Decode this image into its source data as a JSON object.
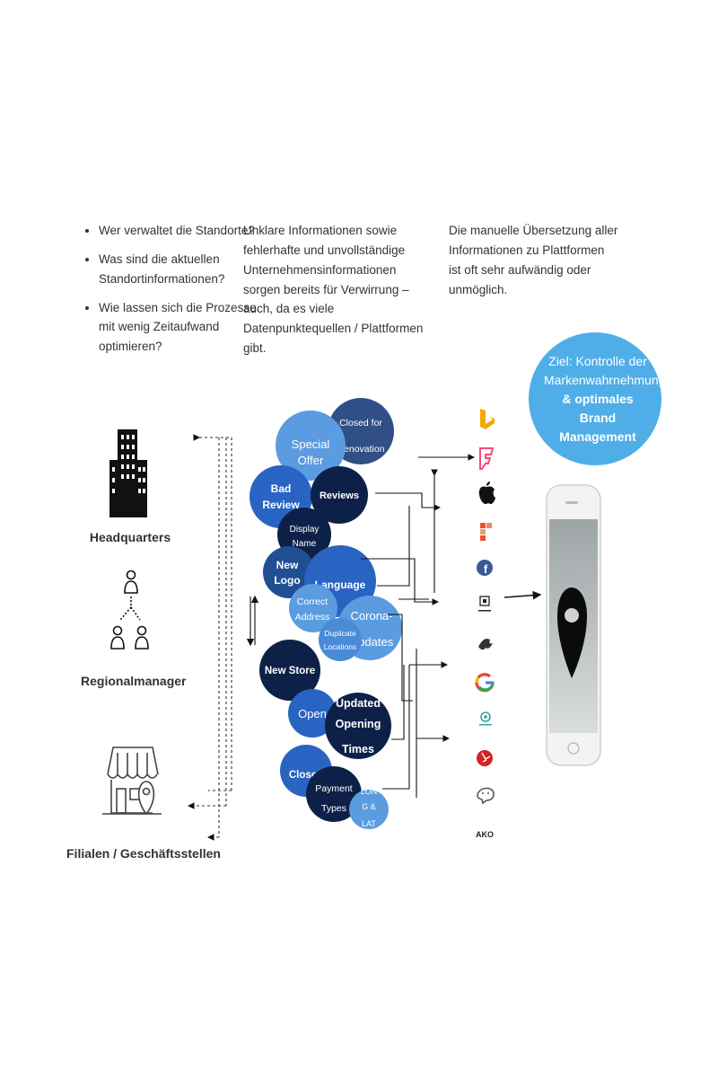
{
  "questions": [
    "Wer verwaltet die Standorte?",
    "Was sind die aktuellen Standortinformationen?",
    "Wie lassen sich die Prozesse mit wenig Zeitaufwand optimieren?"
  ],
  "middle_text": "Unklare Informationen sowie fehlerhafte und unvollständige Unternehmensinformationen sorgen bereits für Verwirrung – auch, da es viele Datenpunktequellen / Plattformen gibt.",
  "right_text": "Die manuelle Übersetzung aller Informationen zu Plattformen ist oft sehr aufwändig oder unmöglich.",
  "roles": {
    "headquarters": "Headquarters",
    "regional": "Regionalmanager",
    "branches": "Filialen / Geschäftsstellen"
  },
  "goal": {
    "line1": "Ziel: Kontrolle der Markenwahrnehmung",
    "amp": "&",
    "bold": "optimales Brand Management"
  },
  "bubbles": [
    {
      "l1": "Closed for",
      "l2": "Renovation",
      "color": "#2f4f86"
    },
    {
      "l1": "Special",
      "l2": "Offer",
      "color": "#5b9be0"
    },
    {
      "l1": "Bad",
      "l2": "Review",
      "color": "#2a64c2"
    },
    {
      "l1": "Reviews",
      "l2": "",
      "color": "#0d2148"
    },
    {
      "l1": "Display",
      "l2": "Name",
      "color": "#0d2148"
    },
    {
      "l1": "New",
      "l2": "Logo",
      "color": "#1f4e93"
    },
    {
      "l1": "Language",
      "l2": "",
      "color": "#2a64c2"
    },
    {
      "l1": "Correct",
      "l2": "Address",
      "color": "#5b9be0"
    },
    {
      "l1": "Corona-",
      "l2": "Updates",
      "color": "#5b9be0"
    },
    {
      "l1": "Duplicate",
      "l2": "Locations",
      "color": "#4a8ad6"
    },
    {
      "l1": "New Store",
      "l2": "",
      "color": "#0d2148"
    },
    {
      "l1": "Open",
      "l2": "",
      "color": "#2a64c2"
    },
    {
      "l1": "Updated",
      "l2": "Opening",
      "l3": "Times",
      "color": "#0d2148"
    },
    {
      "l1": "Closed",
      "l2": "",
      "color": "#2a64c2"
    },
    {
      "l1": "Payment",
      "l2": "Types",
      "color": "#0d2148"
    },
    {
      "l1": "LON",
      "l2": "G &",
      "l3": "LAT",
      "color": "#5b9be0"
    }
  ],
  "platforms": [
    {
      "icon": "bing-icon",
      "color": "#f2a900"
    },
    {
      "icon": "foursquare-icon",
      "color": "#f94877"
    },
    {
      "icon": "apple-icon",
      "color": "#111111"
    },
    {
      "icon": "yelp-bar-icon",
      "color": "#e8532a"
    },
    {
      "icon": "facebook-icon",
      "color": "#3b5998"
    },
    {
      "icon": "uber-icon",
      "color": "#222222"
    },
    {
      "icon": "hotfrog-icon",
      "color": "#333333"
    },
    {
      "icon": "google-icon",
      "color": "#4285f4"
    },
    {
      "icon": "tripadvisor-icon",
      "color": "#3aa3a0"
    },
    {
      "icon": "yelp-icon",
      "color": "#d32323"
    },
    {
      "icon": "waze-icon",
      "color": "#555555"
    },
    {
      "icon": "here-icon",
      "color": "#222222",
      "label": "AKO"
    }
  ]
}
